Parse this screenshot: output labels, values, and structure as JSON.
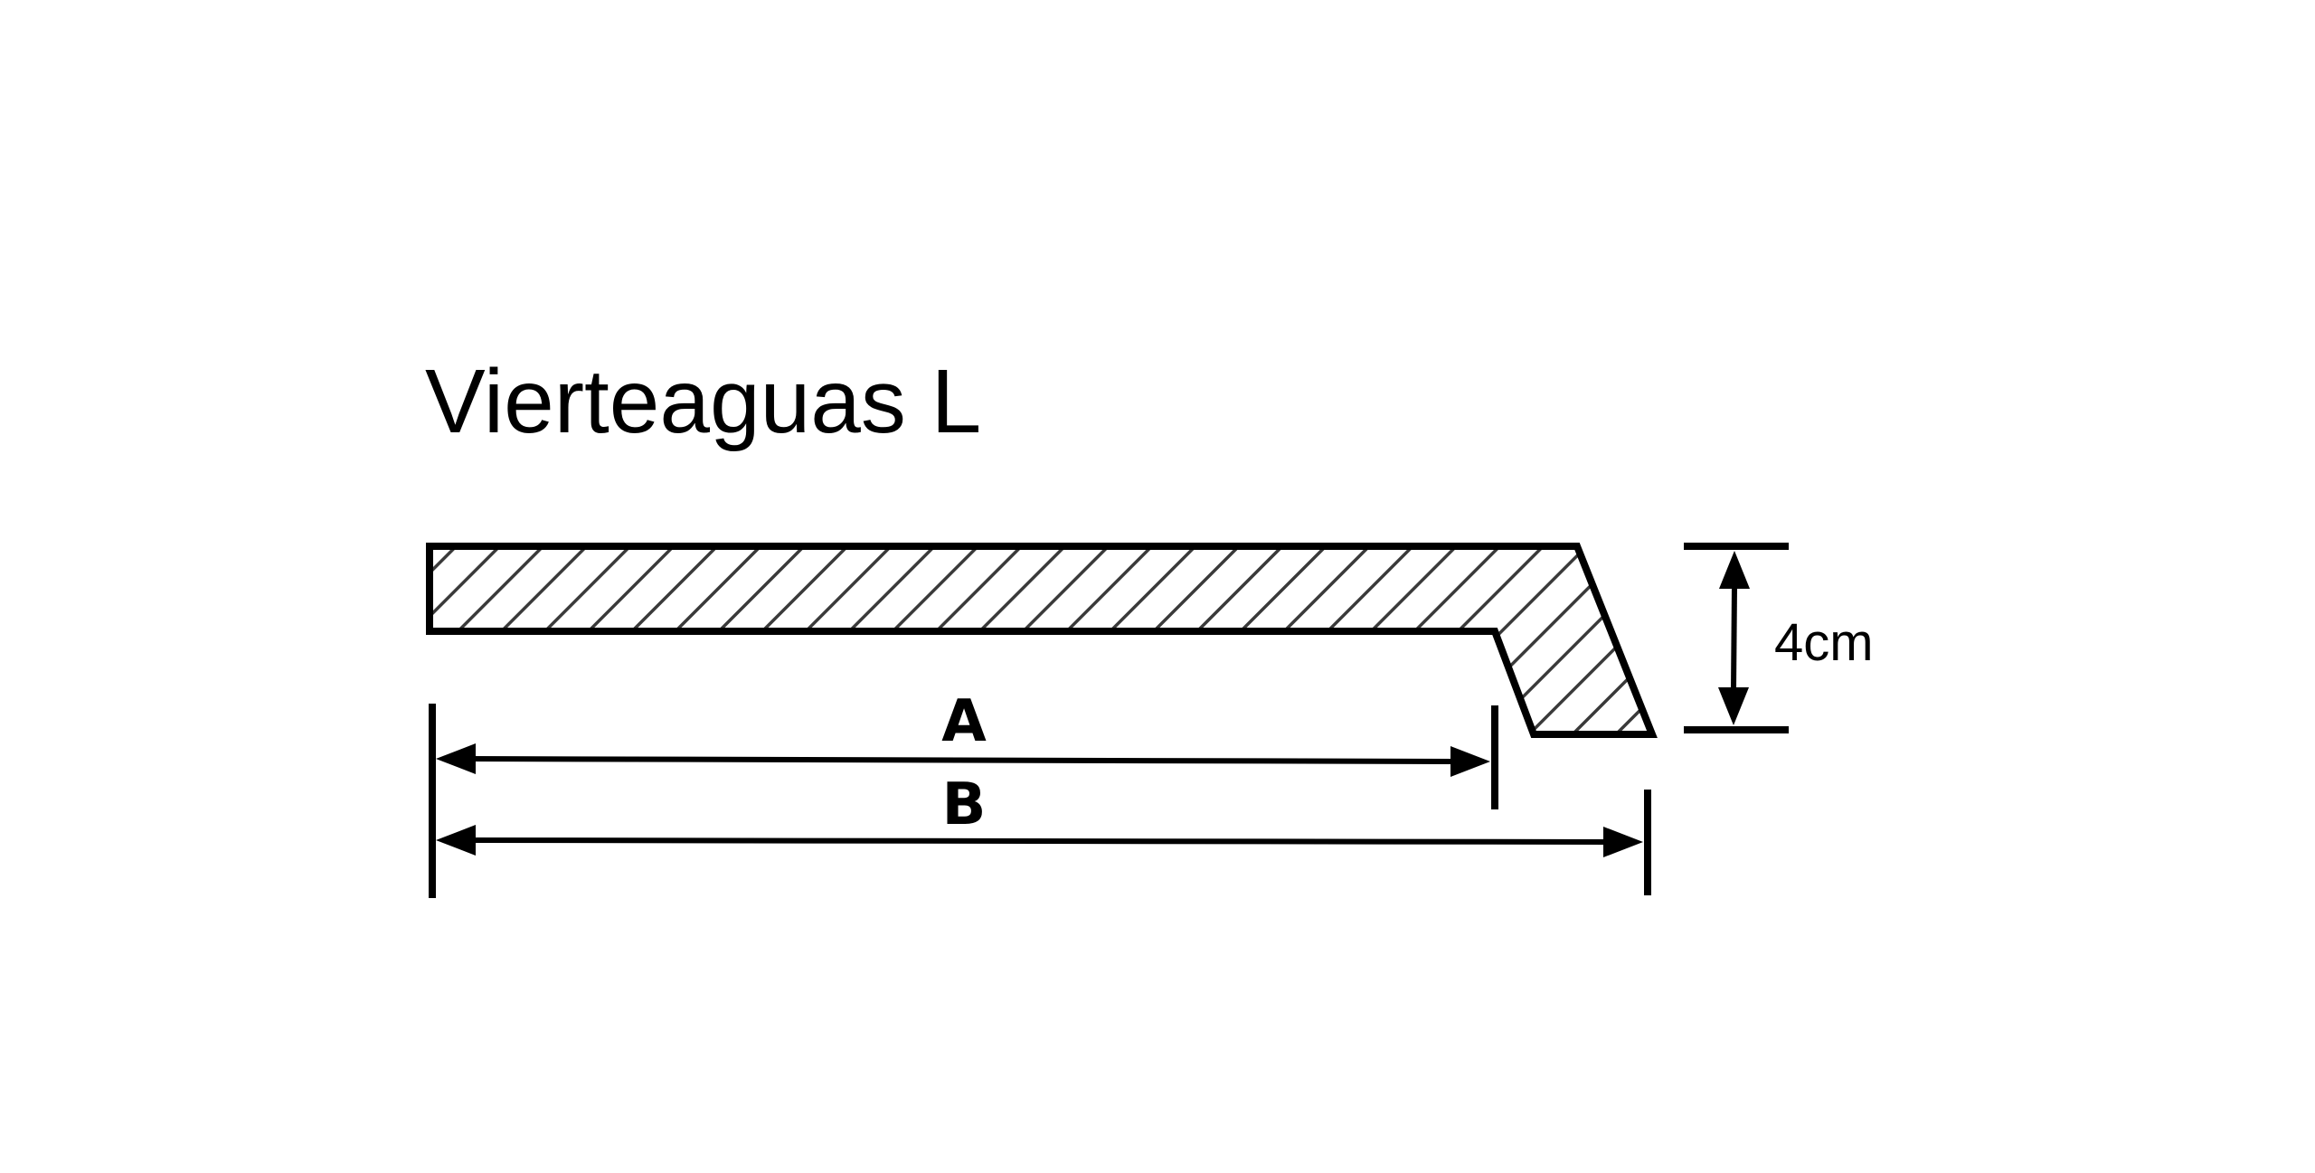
{
  "title": "Vierteaguas L",
  "dimensions": {
    "a_label": "A",
    "b_label": "B",
    "height_label": "4cm"
  },
  "colors": {
    "stroke": "#000000",
    "hatch": "#3a3a3a",
    "background": "#ffffff"
  }
}
